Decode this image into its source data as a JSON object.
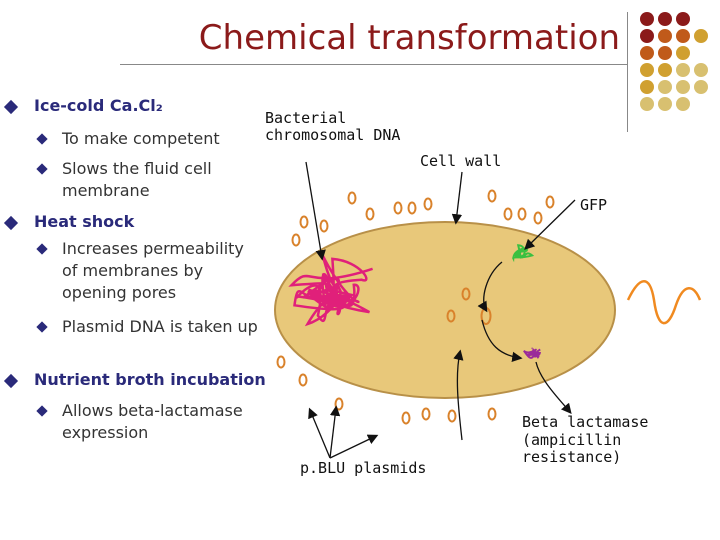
{
  "title": "Chemical transformation",
  "decor": {
    "dot_colors": [
      "#8b1a1a",
      "#c05a1a",
      "#d0a030",
      "#d8c070"
    ]
  },
  "bullets": [
    {
      "text": "Ice-cold Ca.Cl₂",
      "sub": [
        "To make competent",
        "Slows the fluid cell membrane"
      ]
    },
    {
      "text": "Heat shock",
      "sub": [
        "Increases permeability of membranes by opening pores",
        "Plasmid DNA is taken up"
      ]
    },
    {
      "text": "Nutrient broth incubation",
      "sub": [
        "Allows beta-lactamase expression"
      ]
    }
  ],
  "diagram": {
    "label_chromosome": "Bacterial chromosomal DNA",
    "label_cell_wall": "Cell wall",
    "label_gfp": "GFP",
    "label_beta_lactamase_1": "Beta lactamase",
    "label_beta_lactamase_2": "(ampicillin resistance)",
    "label_plasmids": "p.BLU plasmids",
    "colors": {
      "cell_fill": "#e8c87a",
      "cell_stroke": "#b89048",
      "chromosome": "#e0207a",
      "plasmid": "#d9822b",
      "gfp": "#3ac040",
      "beta_lactamase": "#9a2a9a",
      "protein_strand": "#f08a20"
    }
  }
}
